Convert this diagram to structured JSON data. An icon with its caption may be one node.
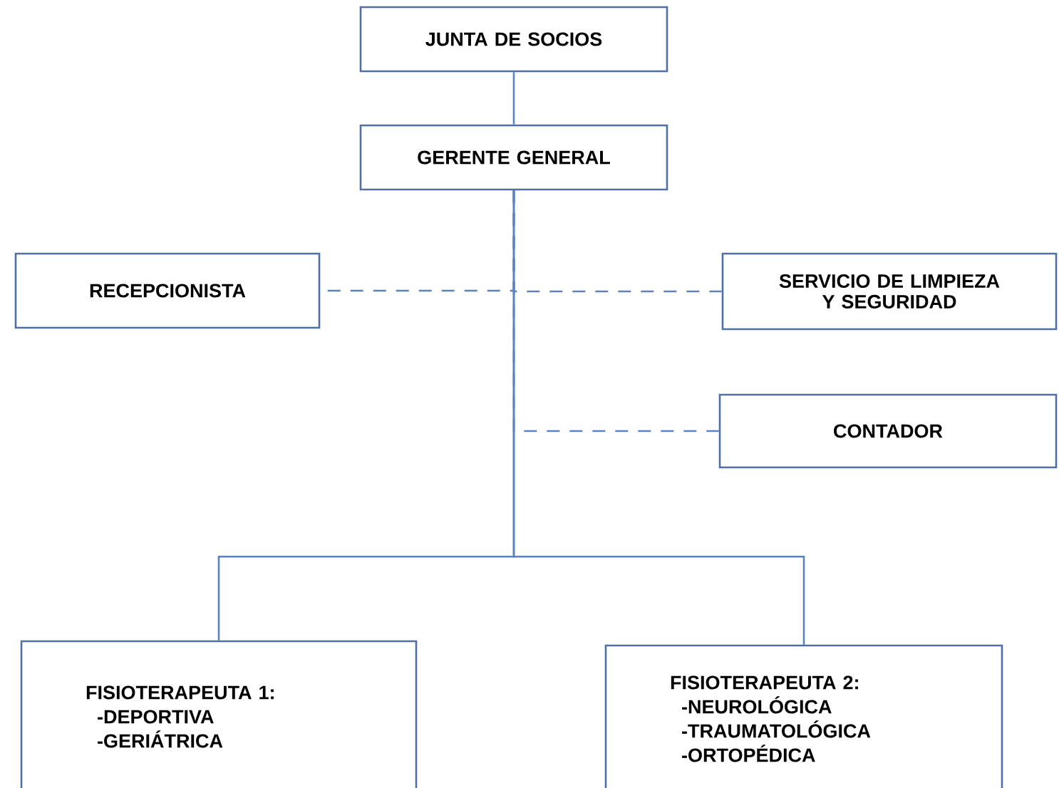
{
  "diagram": {
    "nodes": [
      {
        "text": [
          "JUNTA DE SOCIOS"
        ]
      },
      {
        "text": [
          "GERENTE GENERAL"
        ]
      },
      {
        "text": [
          "RECEPCIONISTA"
        ]
      },
      {
        "text": [
          "SERVICIO DE LIMPIEZA Y SEGURIDAD"
        ]
      },
      {
        "text": [
          "CONTADOR"
        ]
      },
      {
        "text": [
          "FISIOTERAPEUTA 1:",
          "-DEPORTIVA",
          "-GERIÁTRICA"
        ]
      },
      {
        "text": [
          "FISIOTERAPEUTA 2:",
          "-NEUROLÓGICA",
          "-TRAUMATOLÓGICA",
          "-ORTOPÉDICA"
        ]
      }
    ],
    "edges": [
      {
        "from": 0,
        "to": 1,
        "arrow": "none"
      },
      {
        "from": 1,
        "to": 2,
        "arrow": "none",
        "style": "dashed"
      },
      {
        "from": 1,
        "to": 3,
        "arrow": "none",
        "style": "dashed"
      },
      {
        "from": 1,
        "to": 4,
        "arrow": "none",
        "style": "dashed"
      },
      {
        "from": 1,
        "to": 5,
        "arrow": "none"
      },
      {
        "from": 1,
        "to": 6,
        "arrow": "none"
      }
    ]
  }
}
